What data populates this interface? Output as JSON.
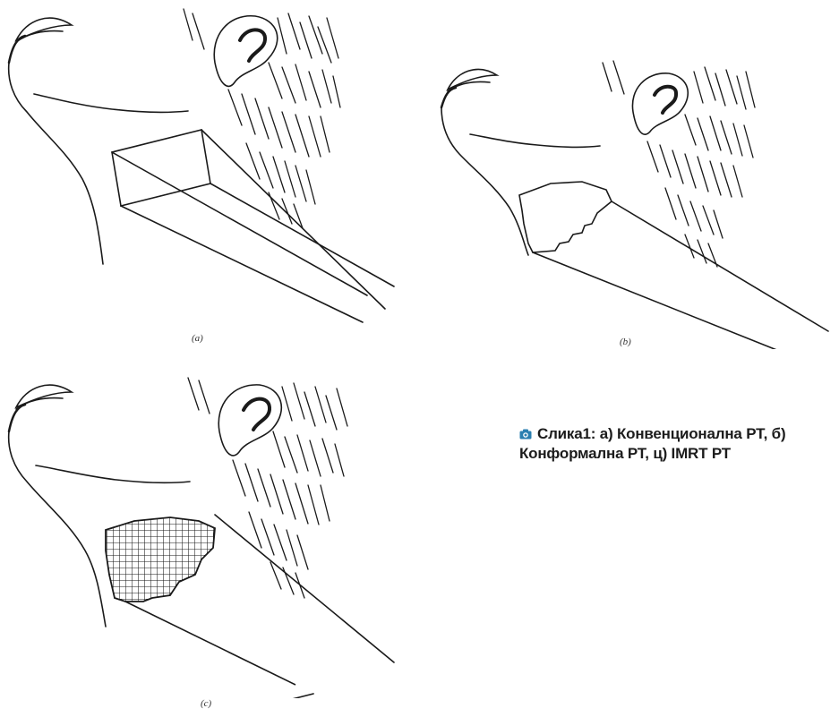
{
  "panels": [
    {
      "id": "a",
      "label": "(a)"
    },
    {
      "id": "b",
      "label": "(b)"
    },
    {
      "id": "c",
      "label": "(c)"
    }
  ],
  "caption": {
    "icon": "camera-icon",
    "text": "Слика1: а) Конвенционална РТ, б) Конформална РТ, ц) IMRT РТ"
  },
  "colors": {
    "line": "#1a1a1a",
    "caption_text": "#1c1c1c",
    "icon": "#2a7fb0"
  }
}
